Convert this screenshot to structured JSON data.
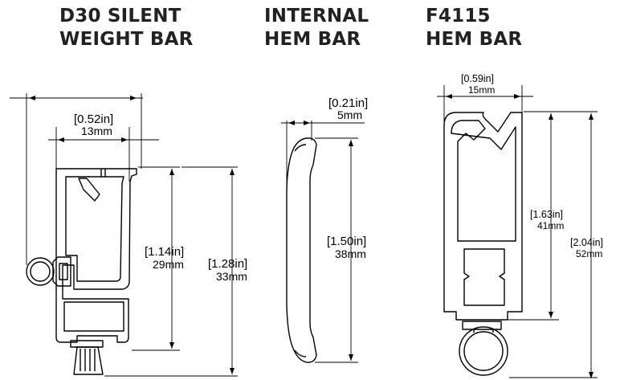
{
  "products": [
    {
      "title_line1": "D30 SILENT",
      "title_line2": "WEIGHT BAR",
      "dimensions": [
        {
          "in": "[0.52in]",
          "mm": "13mm"
        },
        {
          "in": "[1.14in]",
          "mm": "29mm"
        },
        {
          "in": "[1.28in]",
          "mm": "33mm"
        }
      ]
    },
    {
      "title_line1": "INTERNAL",
      "title_line2": "HEM BAR",
      "dimensions": [
        {
          "in": "[0.21in]",
          "mm": "5mm"
        },
        {
          "in": "[1.50in]",
          "mm": "38mm"
        }
      ]
    },
    {
      "title_line1": "F4115",
      "title_line2": "HEM BAR",
      "dimensions": [
        {
          "in": "[0.59in]",
          "mm": "15mm"
        },
        {
          "in": "[1.63in]",
          "mm": "41mm"
        },
        {
          "in": "[2.04in]",
          "mm": "52mm"
        }
      ]
    }
  ]
}
